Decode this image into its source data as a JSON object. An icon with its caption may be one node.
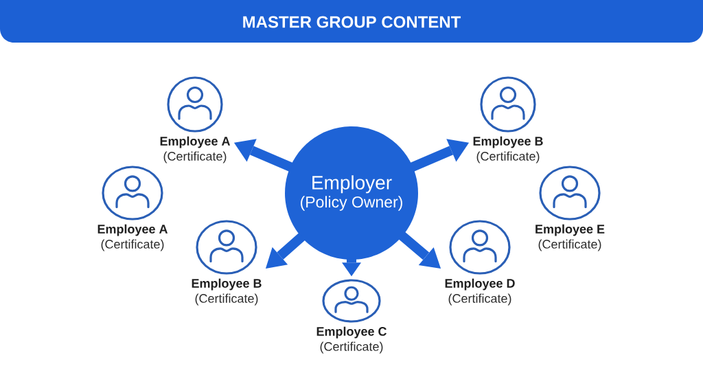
{
  "diagram": {
    "title": "MASTER GROUP CONTENT",
    "nodes": [
      {
        "text": [
          "Employee A",
          "(Certificate)"
        ]
      },
      {
        "text": [
          "Employee B",
          "(Certificate)"
        ]
      },
      {
        "text": [
          "Employer",
          "(Policy Owner)"
        ]
      },
      {
        "text": [
          "Employee A",
          "(Certificate)"
        ]
      },
      {
        "text": [
          "Employee E",
          "(Certificate)"
        ]
      },
      {
        "text": [
          "Employee B",
          "(Certificate)"
        ]
      },
      {
        "text": [
          "Employee D",
          "(Certificate)"
        ]
      },
      {
        "text": [
          "Employee C",
          "(Certificate)"
        ]
      }
    ],
    "edges": [
      {
        "from": 2,
        "to": 0,
        "arrow": "to"
      },
      {
        "from": 2,
        "to": 1,
        "arrow": "to"
      },
      {
        "from": 2,
        "to": 5,
        "arrow": "to"
      },
      {
        "from": 2,
        "to": 7,
        "arrow": "to"
      },
      {
        "from": 2,
        "to": 6,
        "arrow": "to"
      }
    ]
  }
}
